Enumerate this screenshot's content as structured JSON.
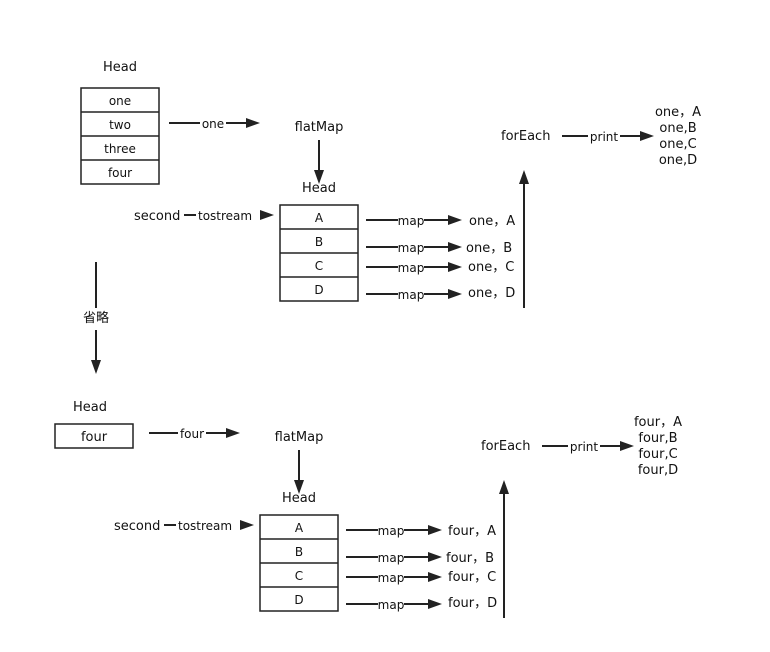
{
  "top": {
    "head_label": "Head",
    "items": [
      "one",
      "two",
      "three",
      "four"
    ],
    "arrow_label": "one",
    "flatmap_label": "flatMap",
    "inner_head_label": "Head",
    "second_label": "second",
    "tostream_label": "tostream",
    "inner_items": [
      "A",
      "B",
      "C",
      "D"
    ],
    "map_label": "map",
    "map_results": [
      "one，A",
      "one，B",
      "one，C",
      "one，D"
    ],
    "foreach_label": "forEach",
    "print_label": "print",
    "outputs": [
      "one，A",
      "one,B",
      "one,C",
      "one,D"
    ]
  },
  "middle": {
    "omit_label": "省略"
  },
  "bottom": {
    "head_label": "Head",
    "items": [
      "four"
    ],
    "arrow_label": "four",
    "flatmap_label": "flatMap",
    "inner_head_label": "Head",
    "second_label": "second",
    "tostream_label": "tostream",
    "inner_items": [
      "A",
      "B",
      "C",
      "D"
    ],
    "map_label": "map",
    "map_results": [
      "four，A",
      "four，B",
      "four，C",
      "four，D"
    ],
    "foreach_label": "forEach",
    "print_label": "print",
    "outputs": [
      "four，A",
      "four,B",
      "four,C",
      "four,D"
    ]
  }
}
